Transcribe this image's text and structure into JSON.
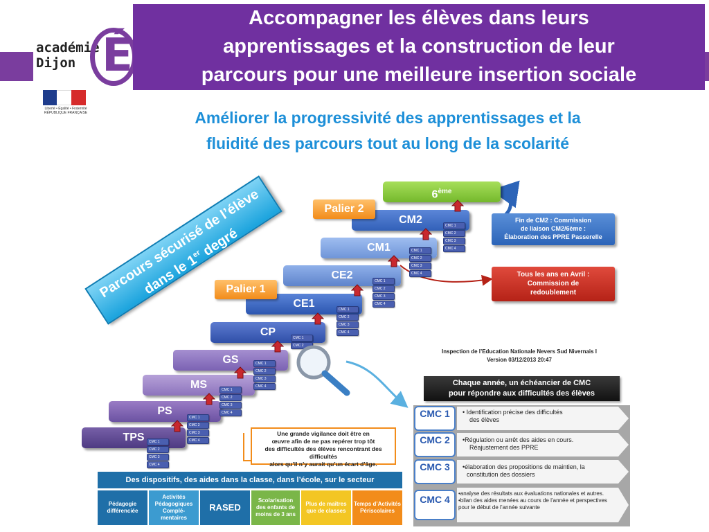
{
  "header": {
    "title_line1": "Accompagner les élèves dans leurs",
    "title_line2": "apprentissages et la construction de leur",
    "title_line3": "parcours pour une meilleure insertion sociale",
    "subtitle_line1": "Améliorer la progressivité des apprentissages et la",
    "subtitle_line2": "fluidité des parcours tout au long de la scolarité"
  },
  "logo": {
    "text_line1": "académie",
    "text_line2": "Dijon",
    "letter": "É",
    "flag_note": "Liberté • Égalité • Fraternité RÉPUBLIQUE FRANÇAISE"
  },
  "banner": {
    "line1": "Parcours sécurisé de l’élève",
    "line2_prefix": "dans le 1",
    "line2_sup": "er",
    "line2_suffix": " degré"
  },
  "steps": {
    "tps": "TPS",
    "ps": "PS",
    "ms": "MS",
    "gs": "GS",
    "cp": "CP",
    "ce1": "CE1",
    "ce2": "CE2",
    "cm1": "CM1",
    "cm2": "CM2",
    "sixieme": "6",
    "sixieme_sup": "ème"
  },
  "paliers": {
    "p1": "Palier 1",
    "p2": "Palier 2"
  },
  "cmc_labels": [
    "CMC 1",
    "CMC 2",
    "CMC 3",
    "CMC 4"
  ],
  "callouts": {
    "cm2_line1": "Fin de CM2 : Commission",
    "cm2_line2": "de liaison CM2/6ème :",
    "cm2_line3": "Élaboration des PPRE Passerelle",
    "redoub_line1": "Tous les ans en Avril :",
    "redoub_line2": "Commission de",
    "redoub_line3": "redoublement"
  },
  "warning": {
    "line1": "Une grande vigilance doit être en",
    "line2": "œuvre afin de ne pas repérer trop tôt",
    "line3": "des difficultés des élèves rencontrant des difficultés",
    "line4": "alors qu’il n’y aurait qu’un écart d’âge."
  },
  "inspection": {
    "line1": "Inspection de l’Education Nationale Nevers Sud Nivernais I",
    "line2": "Version 03/12/2013 20:47"
  },
  "cmc_panel": {
    "head_line1": "Chaque année, un échéancier de CMC",
    "head_line2": "pour répondre aux difficultés des élèves",
    "rows": [
      {
        "tag": "CMC 1",
        "line1": "• Identification précise des difficultés",
        "line2": "des élèves"
      },
      {
        "tag": "CMC 2",
        "line1": "•Régulation ou arrêt des aides en cours.",
        "line2": "Réajustement des PPRE"
      },
      {
        "tag": "CMC 3",
        "line1": "•élaboration des propositions de maintien, la",
        "line2": "constitution des dossiers"
      },
      {
        "tag": "CMC 4",
        "line1": "•analyse des résultats aux évaluations nationales et autres.",
        "line2": "•bilan des aides menées au cours de l’année et perspectives pour le début de l’année suivante"
      }
    ]
  },
  "dispositifs": {
    "head": "Des dispositifs, des aides dans la classe, dans l’école, sur le secteur",
    "cells": [
      {
        "label": "Pédagogie différenciée",
        "color": "#1f6fa8"
      },
      {
        "label": "Activités Pédagogiques Complé-mentaires",
        "color": "#3c9bd0"
      },
      {
        "label": "RASED",
        "color": "#1f6fa8"
      },
      {
        "label": "Scolarisation des enfants de moins de 3 ans",
        "color": "#7ab648"
      },
      {
        "label": "Plus de maîtres que de classes",
        "color": "#f3c623"
      },
      {
        "label": "Temps d’Activités Périscolaires",
        "color": "#f28c1a"
      }
    ]
  },
  "colors": {
    "title_bg": "#7030a0",
    "subtitle": "#1d8fd8",
    "palier": "#f28c1a",
    "sixieme": "#74b82c",
    "redoub": "#b52217"
  }
}
